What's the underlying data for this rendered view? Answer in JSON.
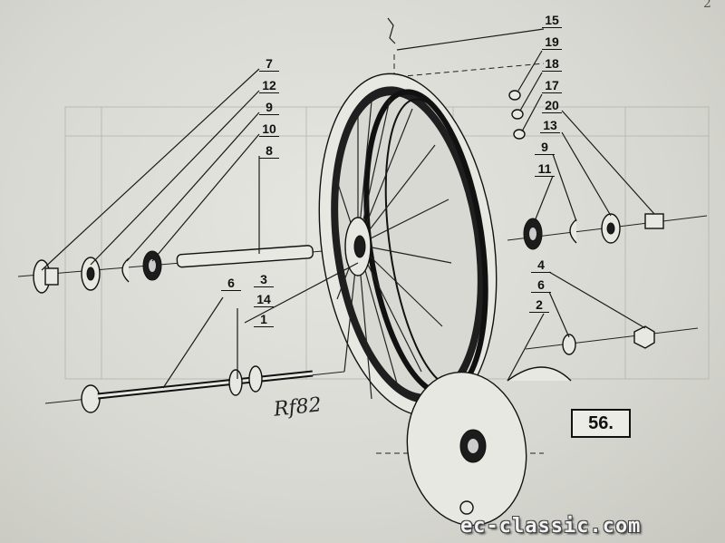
{
  "figure": {
    "number": "56.",
    "signature": "Rf82",
    "corner_mark": "2",
    "watermark": "ec-classic.com"
  },
  "callouts": {
    "c7": "7",
    "c12": "12",
    "c9a": "9",
    "c10": "10",
    "c8": "8",
    "c6a": "6",
    "c3": "3",
    "c14": "14",
    "c1": "1",
    "c15": "15",
    "c19": "19",
    "c18": "18",
    "c17": "17",
    "c20": "20",
    "c13": "13",
    "c9b": "9",
    "c11": "11",
    "c4": "4",
    "c6b": "6",
    "c2": "2"
  }
}
